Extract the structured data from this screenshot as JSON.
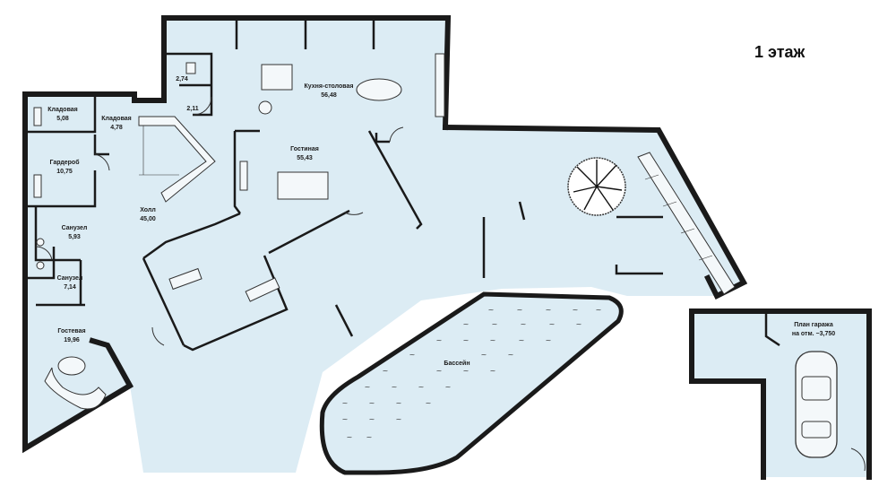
{
  "floor_title": "1 этаж",
  "rooms": {
    "pantry1": {
      "name": "Кладовая",
      "area": "5,08"
    },
    "pantry2": {
      "name": "Кладовая",
      "area": "4,78"
    },
    "wardrobe": {
      "name": "Гардероб",
      "area": "10,75"
    },
    "bath1": {
      "name": "Санузел",
      "area": "5,93"
    },
    "bath2": {
      "name": "Санузел",
      "area": "7,14"
    },
    "guest": {
      "name": "Гостевая",
      "area": "19,96"
    },
    "hall": {
      "name": "Холл",
      "area": "45,00"
    },
    "living": {
      "name": "Гостиная",
      "area": "55,43"
    },
    "kitchen": {
      "name": "Кухня-столовая",
      "area": "56,48"
    },
    "small1": {
      "area": "2,74"
    },
    "small2": {
      "area": "2,11"
    },
    "pool": {
      "name": "Бассейн"
    },
    "garage": {
      "line1": "План гаража",
      "line2": "на отм. −3,750"
    }
  },
  "icons": {
    "tree": "tree-icon",
    "car": "car-icon",
    "stairs": "stairs-icon",
    "water": "water-wave-icon"
  },
  "colors": {
    "floor": "#dcecf4",
    "wall": "#1a1a1a"
  }
}
